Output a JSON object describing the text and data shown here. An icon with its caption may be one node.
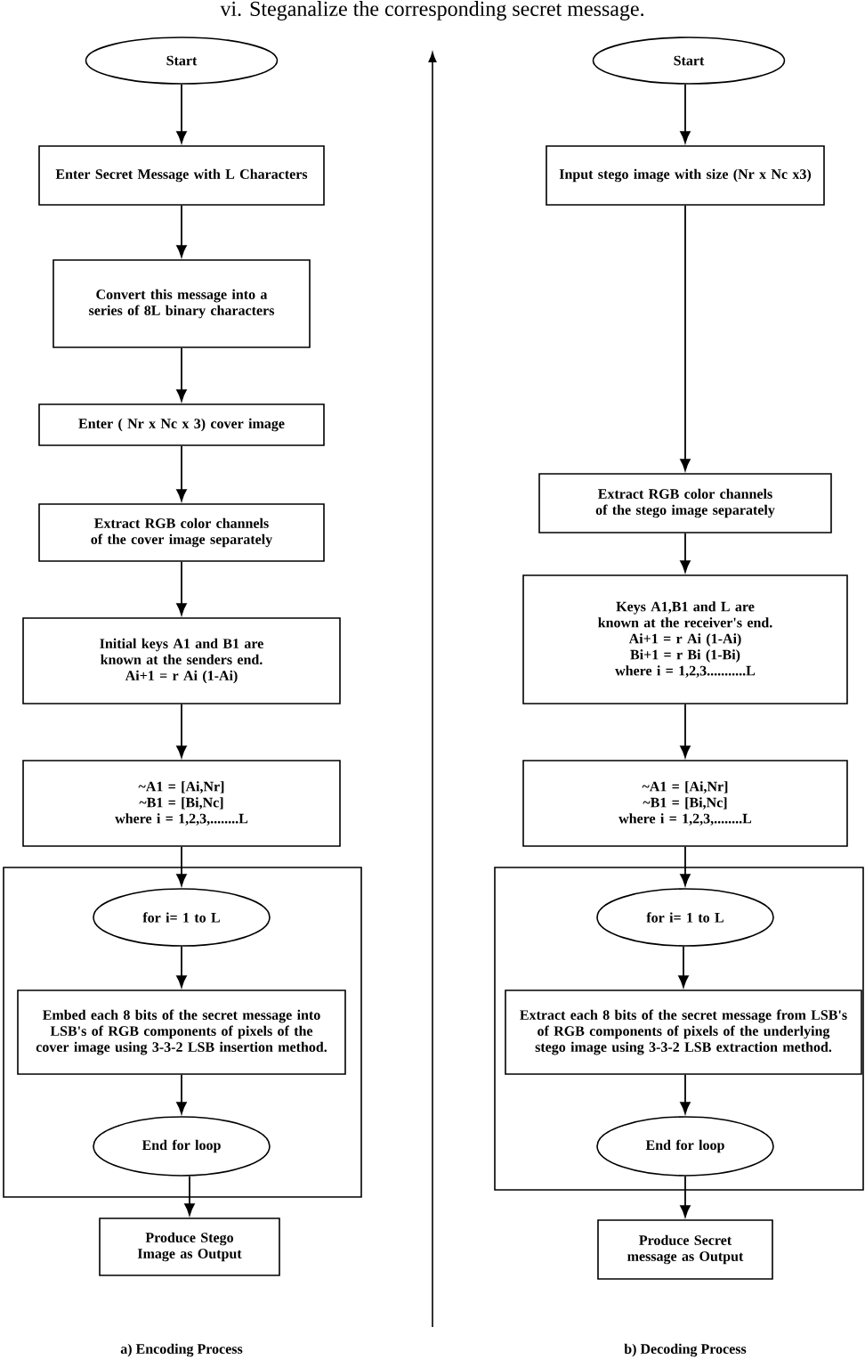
{
  "diagram": {
    "nodes": [
      {
        "text": [
          "Start"
        ]
      },
      {
        "text": [
          "Enter Secret Message with L Characters"
        ]
      },
      {
        "text": [
          "Convert this message into a series of 8L binary characters"
        ]
      },
      {
        "text": [
          "Enter ( Nr x Nc x 3) cover image"
        ]
      },
      {
        "text": [
          "Extract RGB color channels of the cover image separately"
        ]
      },
      {
        "text": [
          "Initial keys A1 and B1 are known at the senders end.",
          "Ai+1 = r Ai (1-Ai)"
        ]
      },
      {
        "text": [
          "~A1 = [Ai,Nr]",
          "~B1 = [Bi,Nc]",
          "where i = 1,2,3,........L"
        ]
      },
      {
        "text": [],
        "shape": "box"
      },
      {
        "text": [
          "for i= 1 to L"
        ],
        "in": 7
      },
      {
        "text": [
          "Embed each 8 bits of the secret message into LSB's of RGB components of pixels of the cover image using 3-3-2 LSB insertion method."
        ],
        "in": 7
      },
      {
        "text": [
          "End for loop"
        ],
        "in": 7
      },
      {
        "text": [
          "Produce Stego Image as Output"
        ]
      },
      {
        "text": [
          "Start"
        ]
      },
      {
        "text": [
          "Input stego image with size (Nr x Nc x3)"
        ]
      },
      {
        "text": [
          "Extract RGB color channels of the stego image separately"
        ]
      },
      {
        "text": [
          "Keys A1,B1 and L are known at the receiver's end.",
          "Ai+1 = r Ai (1-Ai)",
          "Bi+1 = r Bi (1-Bi)",
          "where i = 1,2,3...........L"
        ]
      },
      {
        "text": [
          "~A1 = [Ai,Nr]",
          "~B1 = [Bi,Nc]",
          "where i = 1,2,3,........L"
        ]
      },
      {
        "text": [],
        "shape": "box"
      },
      {
        "text": [
          "for i= 1 to L"
        ],
        "in": 17
      },
      {
        "text": [
          "Extract each 8 bits of the secret message from LSB's of RGB components of pixels of the underlying stego image using 3-3-2 LSB extraction method."
        ],
        "in": 17
      },
      {
        "text": [
          "End for loop"
        ],
        "in": 17
      },
      {
        "text": [
          "Produce Secret message as Output"
        ]
      }
    ],
    "edges": [
      {
        "from": 0,
        "to": 1,
        "arrow": "to"
      },
      {
        "from": 1,
        "to": 2,
        "arrow": "to"
      },
      {
        "from": 2,
        "to": 3,
        "arrow": "to"
      },
      {
        "from": 3,
        "to": 4,
        "arrow": "to"
      },
      {
        "from": 4,
        "to": 5,
        "arrow": "to"
      },
      {
        "from": 5,
        "to": 6,
        "arrow": "to"
      },
      {
        "from": 6,
        "to": 8,
        "arrow": "to"
      },
      {
        "from": 8,
        "to": 9,
        "arrow": "to"
      },
      {
        "from": 9,
        "to": 10,
        "arrow": "to"
      },
      {
        "from": 10,
        "to": 11,
        "arrow": "to"
      },
      {
        "from": 12,
        "to": 13,
        "arrow": "to"
      },
      {
        "from": 13,
        "to": 14,
        "arrow": "to"
      },
      {
        "from": 14,
        "to": 15,
        "arrow": "to"
      },
      {
        "from": 15,
        "to": 16,
        "arrow": "to"
      },
      {
        "from": 16,
        "to": 18,
        "arrow": "to"
      },
      {
        "from": 18,
        "to": 19,
        "arrow": "to"
      },
      {
        "from": 19,
        "to": 20,
        "arrow": "to"
      },
      {
        "from": 20,
        "to": 21,
        "arrow": "to"
      }
    ],
    "labels": [
      "vi. Steganalize the corresponding secret message.",
      "a) Encoding Process",
      "b) Decoding Process"
    ]
  }
}
